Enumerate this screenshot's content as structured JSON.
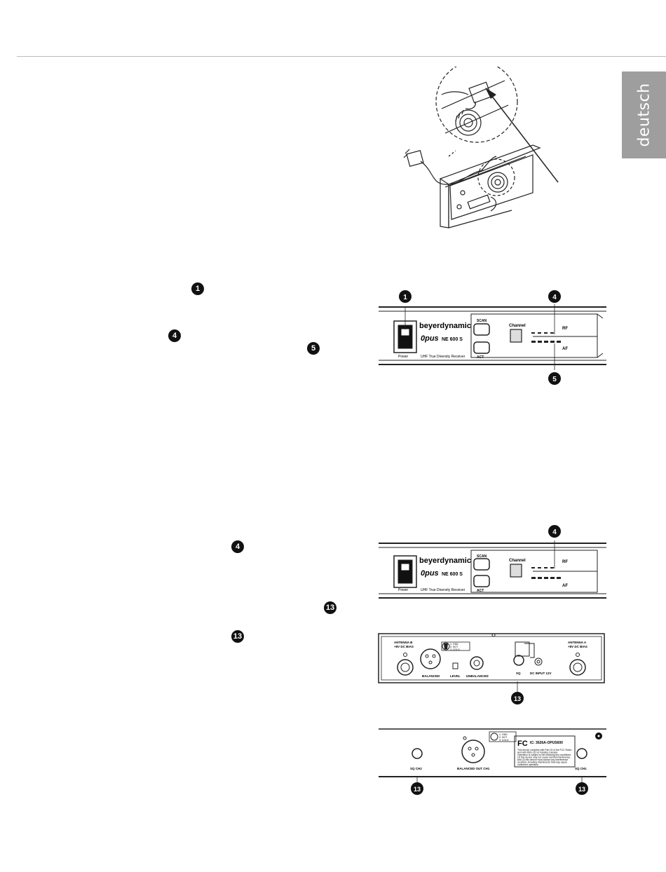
{
  "side_tab": {
    "label": "deutsch"
  },
  "text_callouts": [
    "1",
    "4",
    "5",
    "4",
    "13",
    "13"
  ],
  "front_panel": {
    "brand": "beyerdynamic",
    "model_logo": "0pus",
    "model": "NE 600 S",
    "description": "UHF  True Diversity Receiver",
    "power_label": "Power",
    "scan_label": "SCAN",
    "act_label": "ACT",
    "channel_label": "Channel",
    "rf_label": "RF",
    "af_label": "AF",
    "callouts": [
      "1",
      "4",
      "5"
    ]
  },
  "front_panel_2": {
    "callouts": [
      "4"
    ]
  },
  "rear_panel": {
    "antenna_b": "ANTENNA B",
    "antenna_a": "ANTENNA A",
    "bias": "+8V DC BIAS",
    "balanced": "BALANCED",
    "level": "LEVEL",
    "unbalanced": "UNBALANCED",
    "sq": "SQ",
    "dc_input": "DC INPUT 12V",
    "xlr_legend": [
      "1: GND",
      "2: HOT",
      "3: COLD"
    ],
    "callouts": [
      "13"
    ]
  },
  "rear_panel_2": {
    "sq_ch2": "SQ CH2",
    "sq_ch1": "SQ CH1",
    "balanced_out": "BALANCED OUT CH1",
    "fcc_logo": "FC",
    "ic_code": "IC: 3626A-OPUS600",
    "fcc_lines": [
      "This device complies with Part 15 of the FCC Rules",
      "and with RSS-210 of Industry Canada.",
      "Operation is subject to the following two conditions:",
      "(1) this device may not cause harmful interference,",
      "and (2) this device must accept any interference",
      "received, including interference that may cause",
      "undesired operation."
    ],
    "callouts": [
      "13",
      "13"
    ]
  }
}
